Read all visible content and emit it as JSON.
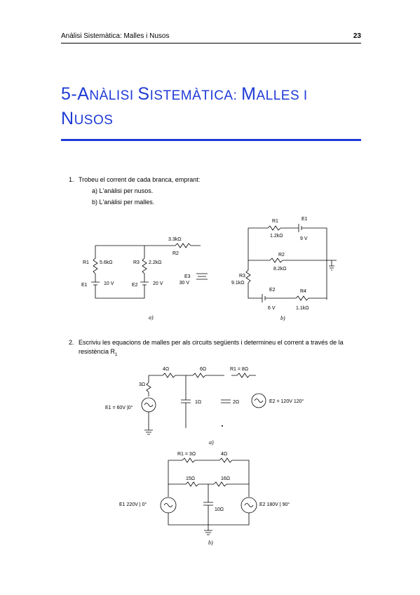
{
  "header": {
    "section": "Anàlisi Sistemàtica: Malles i Nusos",
    "page_number": "23"
  },
  "chapter": {
    "title_lead": "5-A",
    "title_w1": "NÀLISI ",
    "title_S": "S",
    "title_w2": "ISTEMÀTICA: ",
    "title_M": "M",
    "title_w3": "ALLES I",
    "title_N": "N",
    "title_w4": "USOS"
  },
  "exercises": [
    {
      "number": "1.",
      "text": "Trobeu el corrent de cada branca, emprant:",
      "parts": [
        "a) L'anàlisi per nusos.",
        "b) L'anàlisi per malles."
      ],
      "figure_a": {
        "caption": "a)",
        "labels": {
          "r1": "R1",
          "r1_val": "5.6kΩ",
          "r3": "R3",
          "r3_val": "2.2kΩ",
          "r2_val": "3.3kΩ",
          "r2": "R2",
          "e1": "E1",
          "e1_val": "10 V",
          "e2": "E2",
          "e2_val": "20 V",
          "e3": "E3",
          "e3_val": "30 V"
        }
      },
      "figure_b": {
        "caption": "b)",
        "labels": {
          "r1": "R1",
          "r1_val": "1.2kΩ",
          "e1": "E1",
          "e1_val": "9 V",
          "r2": "R2",
          "r2_val": "8.2kΩ",
          "r3": "R3",
          "r3_val": "9.1kΩ",
          "e2": "E2",
          "e2_val": "6 V",
          "r4": "R4",
          "r4_val": "1.1kΩ"
        }
      }
    },
    {
      "number": "2.",
      "text": "Escriviu les equacions de malles per als circuits següents i determineu el corrent a través de la resistència R",
      "text_sub": "1",
      "figure_a": {
        "caption": "a)",
        "labels": {
          "r_3": "3Ω",
          "r_4": "4Ω",
          "r_6": "6Ω",
          "r1": "R1 = 8Ω",
          "e1": "E1 = 60V |0°",
          "c1": "1Ω",
          "c2": "2Ω",
          "e2": "E2 = 120V  120°"
        }
      },
      "figure_b": {
        "caption": "b)",
        "labels": {
          "r1": "R1 = 3Ω",
          "r_4": "4Ω",
          "r_15": "15Ω",
          "r_16": "16Ω",
          "e1": "E1  220V | 0°",
          "c": "10Ω",
          "e2": "E2  180V | 90°"
        }
      }
    }
  ],
  "colors": {
    "accent": "#1f3bd6",
    "text": "#000000"
  }
}
